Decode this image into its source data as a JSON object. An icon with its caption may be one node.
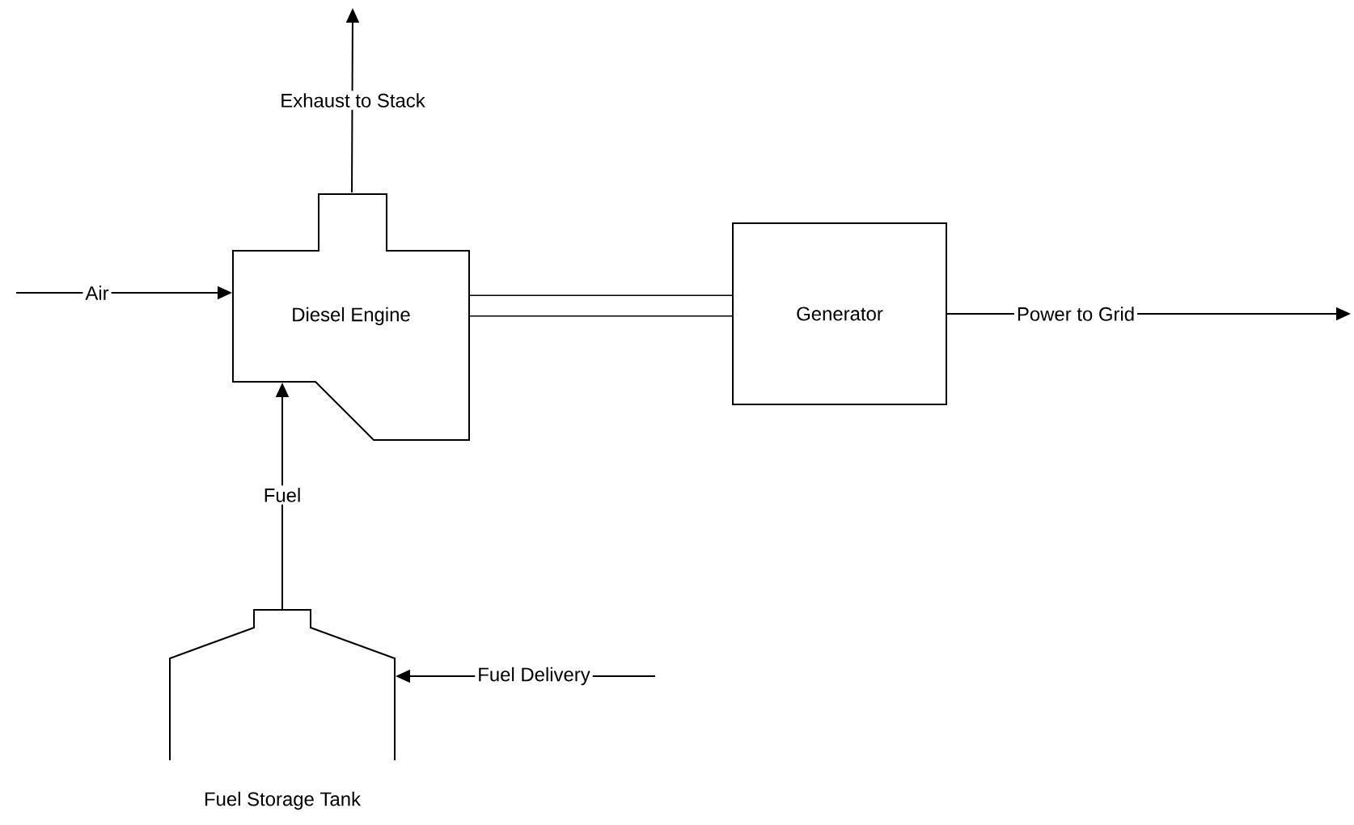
{
  "diagram": {
    "nodes": [
      {
        "text": [
          "Diesel Engine"
        ]
      },
      {
        "text": [
          "Generator"
        ]
      },
      {
        "text": [],
        "shape": "tank",
        "beside": [
          "Fuel Storage Tank"
        ]
      }
    ],
    "edges": [
      {
        "from": null,
        "to": 0,
        "arrow": "to",
        "label": "Air"
      },
      {
        "from": 0,
        "to": null,
        "arrow": "to",
        "label": "Exhaust to Stack"
      },
      {
        "from": 0,
        "to": 1,
        "arrow": "none",
        "style": "thick"
      },
      {
        "from": 1,
        "to": null,
        "arrow": "to",
        "label": "Power to Grid"
      },
      {
        "from": 2,
        "to": 0,
        "arrow": "to",
        "label": "Fuel"
      },
      {
        "from": null,
        "to": 2,
        "arrow": "to",
        "label": "Fuel Delivery"
      }
    ]
  }
}
